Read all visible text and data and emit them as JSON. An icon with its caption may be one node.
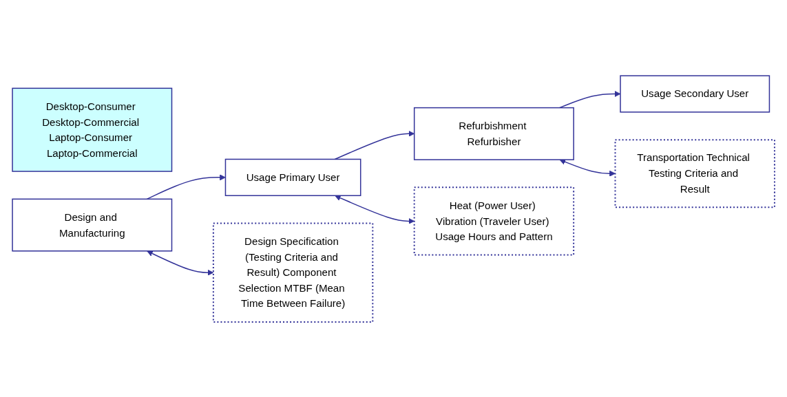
{
  "diagram": {
    "nodes": [
      {
        "text": [
          "Desktop-Consumer Desktop-Commercial Laptop-Consumer Laptop-Commercial"
        ]
      },
      {
        "text": [
          "Design and Manufacturing"
        ]
      },
      {
        "text": [
          "Usage Primary User"
        ]
      },
      {
        "text": [
          "Refurbishment Refurbisher"
        ]
      },
      {
        "text": [
          "Usage Secondary User"
        ]
      },
      {
        "text": [
          "Design Specification (Testing Criteria and Result) Component Selection MTBF (Mean Time Between Failure)"
        ]
      },
      {
        "text": [
          "Heat (Power User) Vibration (Traveler User) Usage Hours and Pattern"
        ]
      },
      {
        "text": [
          "Transportation Technical Testing Criteria and Result"
        ]
      }
    ],
    "edges": [
      {
        "from": 1,
        "to": 2,
        "arrow": "to"
      },
      {
        "from": 2,
        "to": 3,
        "arrow": "to"
      },
      {
        "from": 3,
        "to": 4,
        "arrow": "to"
      },
      {
        "from": 1,
        "to": 5,
        "arrow": "both"
      },
      {
        "from": 2,
        "to": 6,
        "arrow": "both"
      },
      {
        "from": 3,
        "to": 7,
        "arrow": "both"
      }
    ]
  }
}
